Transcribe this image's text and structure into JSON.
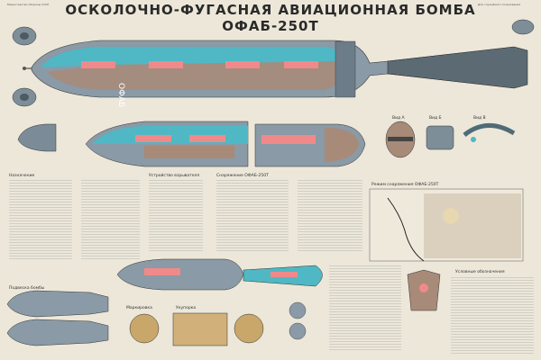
{
  "poster": {
    "title": "ОСКОЛОЧНО-ФУГАСНАЯ АВИАЦИОННАЯ БОМБА ОФАБ-250Т",
    "body_marking": "ОФАБ",
    "header_left": "Министерство обороны СССР",
    "header_right": "Для служебного пользования",
    "sections": {
      "fuse_labels": [
        "Вид А",
        "Вид Б",
        "Вид В"
      ],
      "general_info": "Назначение",
      "detail_blocks": [
        "Устройство взрывателя",
        "Снаряжение ОФАБ-250Т"
      ],
      "chart_title": "Режим снаряжения ОФАБ-250Т",
      "bottom_blocks": [
        "Подвеска бомбы",
        "Маркировка",
        "Укупорка"
      ],
      "right_block": "Условные обозначения"
    },
    "colors": {
      "body": "#8a9aa6",
      "cavity": "#4fb8c4",
      "charge": "#a88a78",
      "insert": "#f08a8a",
      "tail": "#5c6a74",
      "paper": "#ece7d9"
    }
  }
}
